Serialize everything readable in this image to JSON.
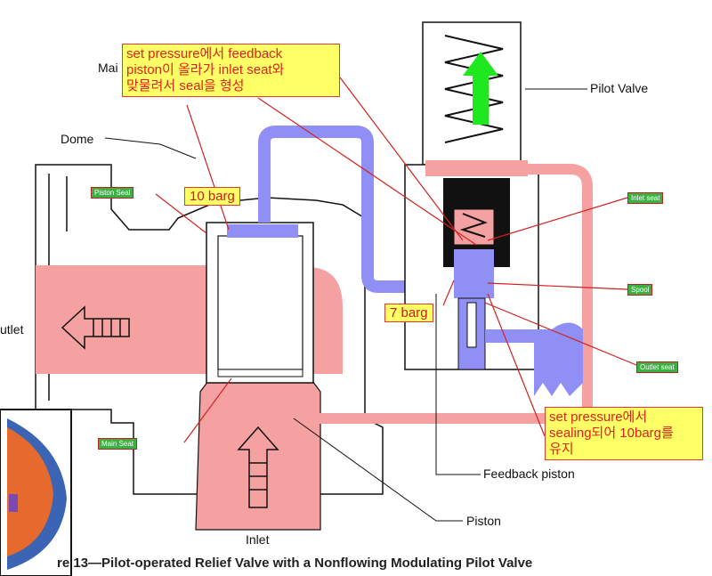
{
  "labels": {
    "main": "Mai",
    "dome": "Dome",
    "pilot_valve": "Pilot Valve",
    "outlet": "utlet",
    "inlet": "Inlet",
    "piston": "Piston",
    "feedback_piston": "Feedback piston"
  },
  "tags": {
    "piston_seal": "Piston Seal",
    "inlet_seat": "Inlet seat",
    "spool": "Spool",
    "outlet_seat": "Outlet seat",
    "main_seat": "Main Seat"
  },
  "pressures": {
    "dome_pressure": "10 barg",
    "pilot_pressure": "7 barg"
  },
  "notes": {
    "feedback_note_line1": "set pressure에서 feedback",
    "feedback_note_line2": "piston이 올라가 inlet seat와",
    "feedback_note_line3": "맞물려서 seal을 형성",
    "sealing_note_line1": "set pressure에서",
    "sealing_note_line2": "sealing되어 10barg를",
    "sealing_note_line3": "유지"
  },
  "caption": "re  13—Pilot-operated Relief Valve with a Nonflowing Modulating Pilot Valve",
  "colors": {
    "pink_fill": "#f6a1a1",
    "blue_fill": "#8f8ff5",
    "green_arrow": "#1fe81f",
    "note_bg": "#ffff66",
    "note_text": "#e0201b",
    "tag_bg": "#3cb043",
    "leader": "#d42020"
  }
}
